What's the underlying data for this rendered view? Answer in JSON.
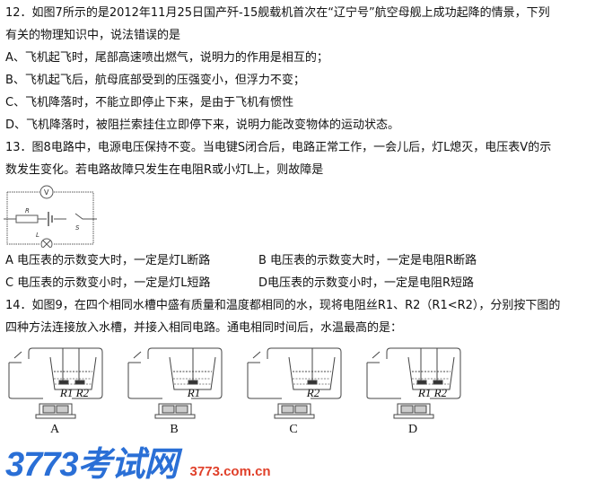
{
  "q12": {
    "stem1": "12．如图7所示的是2012年11月25日国产歼-15舰载机首次在“辽宁号”航空母舰上成功起降的情景，下列",
    "stem2": "有关的物理知识中，说法错误的是",
    "options": [
      "A、飞机起飞时，尾部高速喷出燃气，说明力的作用是相互的；",
      "B、飞机起飞后，航母底部受到的压强变小，但浮力不变；",
      "C、飞机降落时，不能立即停止下来，是由于飞机有惯性",
      "D、飞机降落时，被阻拦索挂住立即停下来，说明力能改变物体的运动状态。"
    ]
  },
  "q13": {
    "stem1": "13．图8电路中，电源电压保持不变。当电键S闭合后，电路正常工作，一会儿后，灯L熄灭，电压表V的示",
    "stem2": "数发生变化。若电路故障只发生在电阻R或小灯L上，则故障是",
    "figure": {
      "meter": "V",
      "resistor": "R",
      "switch": "S",
      "lamp": "L"
    },
    "options": [
      "A 电压表的示数变大时，一定是灯L断路",
      "B 电压表的示数变大时，一定是电阻R断路",
      "C 电压表的示数变小时，一定是灯L短路",
      "D电压表的示数变小时，一定是电阻R短路"
    ]
  },
  "q14": {
    "stem1": "14．如图9，在四个相同水槽中盛有质量和温度都相同的水，现将电阻丝R1、R2（R1<R2），分别按下图的",
    "stem2": "四种方法连接放入水槽，并接入相同电路。通电相同时间后，水温最高的是：",
    "figures": [
      {
        "label": "A",
        "resistors": "R1 R2"
      },
      {
        "label": "B",
        "resistors": "R1"
      },
      {
        "label": "C",
        "resistors": "R2"
      },
      {
        "label": "D",
        "resistors": "R1 R2"
      }
    ]
  },
  "watermark": {
    "brand": "3773考试网",
    "url": "3773.com.cn"
  }
}
